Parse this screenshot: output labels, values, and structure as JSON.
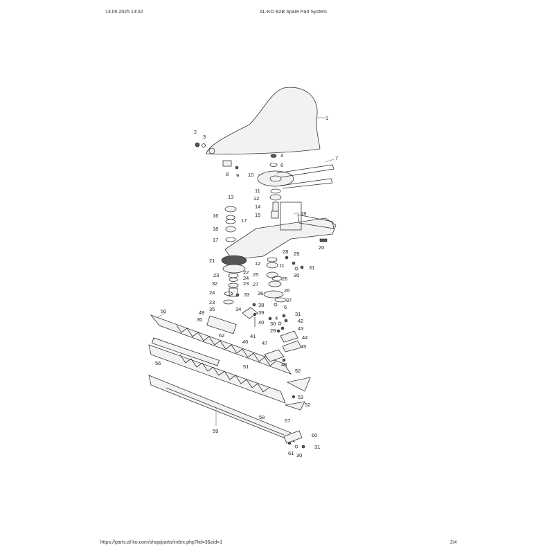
{
  "header": {
    "timestamp": "13.05.2025 13:02",
    "title": "AL-KO B2B Spare Part System"
  },
  "footer": {
    "url": "https://parts.al-ko.com/shop/parts/index.php?lid=3&cid=1",
    "page": "2/4"
  },
  "part_labels": [
    "1",
    "2",
    "3",
    "4",
    "6",
    "7",
    "8",
    "9",
    "10",
    "11",
    "12",
    "13",
    "14",
    "15",
    "16",
    "17",
    "18",
    "17",
    "19",
    "20",
    "21",
    "22",
    "23",
    "24",
    "23",
    "25",
    "26",
    "27",
    "26",
    "28",
    "29",
    "30",
    "31",
    "11",
    "12",
    "32",
    "33",
    "24",
    "23",
    "34",
    "35",
    "36",
    "37",
    "38",
    "39",
    "40",
    "4",
    "6",
    "31",
    "42",
    "30",
    "43",
    "29",
    "44",
    "45",
    "41",
    "62",
    "46",
    "47",
    "48",
    "49",
    "30",
    "50",
    "51",
    "52",
    "53",
    "52",
    "56",
    "57",
    "58",
    "59",
    "60",
    "61",
    "30",
    "31"
  ]
}
